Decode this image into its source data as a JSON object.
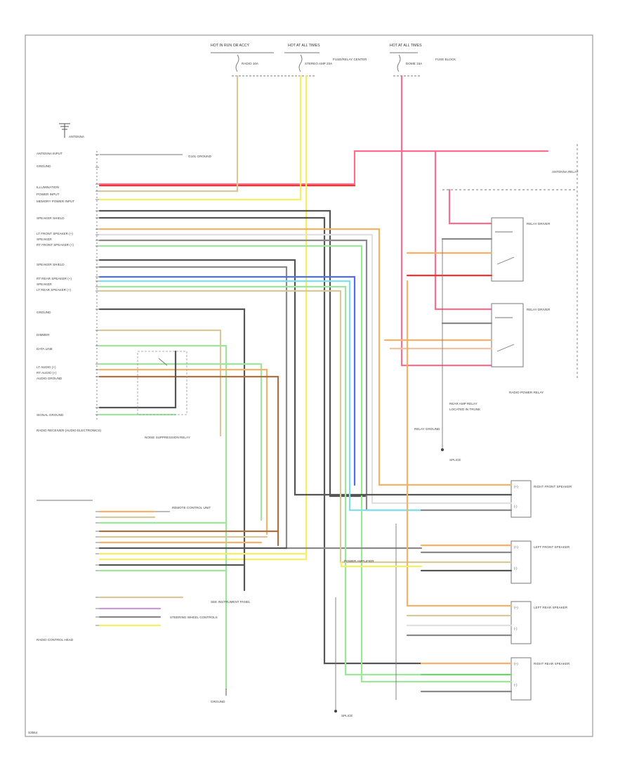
{
  "diagram": {
    "top_labels": [
      {
        "key": "hot_in_run_accy",
        "text": "HOT IN RUN OR ACCY"
      },
      {
        "key": "hot_at_all_times_a",
        "text": "HOT AT ALL TIMES"
      },
      {
        "key": "hot_at_all_times_b",
        "text": "HOT AT ALL TIMES"
      }
    ],
    "fuse_labels": [
      {
        "key": "fuse_radio",
        "text": "RADIO 10A"
      },
      {
        "key": "fuse_amp",
        "text": "STEREO AMP 20A"
      },
      {
        "key": "fuse_dome",
        "text": "DOME 15A"
      }
    ],
    "fuse_block_labels": [
      {
        "key": "fb1",
        "text": "FUSE/RELAY CENTER"
      },
      {
        "key": "fb2",
        "text": "FUSE BLOCK"
      }
    ],
    "antenna_label": "ANTENNA",
    "radio_left_labels": [
      "ANTENNA INPUT",
      "GROUND",
      "ILLUMINATION",
      "POWER INPUT",
      "MEMORY POWER INPUT",
      "SPEAKER SHIELD",
      "LT FRONT SPEAKER (+)",
      "SPEAKER",
      "RT FRONT SPEAKER (+)",
      "SPEAKER SHIELD",
      "RT REAR SPEAKER (+)",
      "SPEAKER",
      "LT REAR SPEAKER (+)",
      "GROUND",
      "DIMMER",
      "DATA LINE",
      "LT AUDIO (+)",
      "RT AUDIO (+)",
      "AUDIO GROUND",
      "SIGNAL GROUND"
    ],
    "radio_caption": "RADIO RECEIVER (AUDIO ELECTRONICS)",
    "ignition_caption": "NOISE SUPPRESSION RELAY",
    "ground_note_top": "G101 GROUND",
    "remote_box_label": "REMOTE CONTROL UNIT",
    "remote_caption": "RADIO CONTROL HEAD",
    "remote_b_label": "STEERING WHEEL CONTROLS",
    "remote_b_note": "SEE INSTRUMENT PANEL",
    "antenna_relay_label": "ANTENNA RELAY",
    "relay_a_label": "RELAY DRIVER",
    "relay_b_label": "RELAY DRIVER",
    "relay_caption": "RADIO POWER RELAY",
    "rr_relay_caption": "REAR AMP RELAY",
    "rr_relay_note": "LOCATED IN TRUNK",
    "relay_ground_note": "RELAY GROUND",
    "splice_note": "SPLICE",
    "bottom_ground_note": "GROUND",
    "bottom_splice_note": "SPLICE",
    "amp_label": "POWER AMPLIFIER",
    "lt_front_speaker": "LEFT FRONT SPEAKER",
    "rt_front_speaker": "RIGHT FRONT SPEAKER",
    "lt_rear_speaker": "LEFT REAR SPEAKER",
    "rt_rear_speaker": "RIGHT REAR SPEAKER",
    "speaker_terms": [
      "(+)",
      "(-)",
      "(+)",
      "(-)",
      "(+)",
      "(-)",
      "(+)",
      "(-)"
    ],
    "footer_code": "S3564"
  },
  "colors": {
    "pink": "#ff6d8c",
    "red": "#ff3030",
    "yellow": "#f4f060",
    "tan": "#d8c89a",
    "orange": "#f7b26a",
    "light_blue": "#7fe0f0",
    "blue": "#4f6fe8",
    "green": "#6ad86a",
    "light_green": "#9be89b",
    "gray": "#8a8a8a",
    "dark_gray": "#555555",
    "violet": "#c89ad8",
    "brown": "#b07040",
    "black": "#222222"
  }
}
